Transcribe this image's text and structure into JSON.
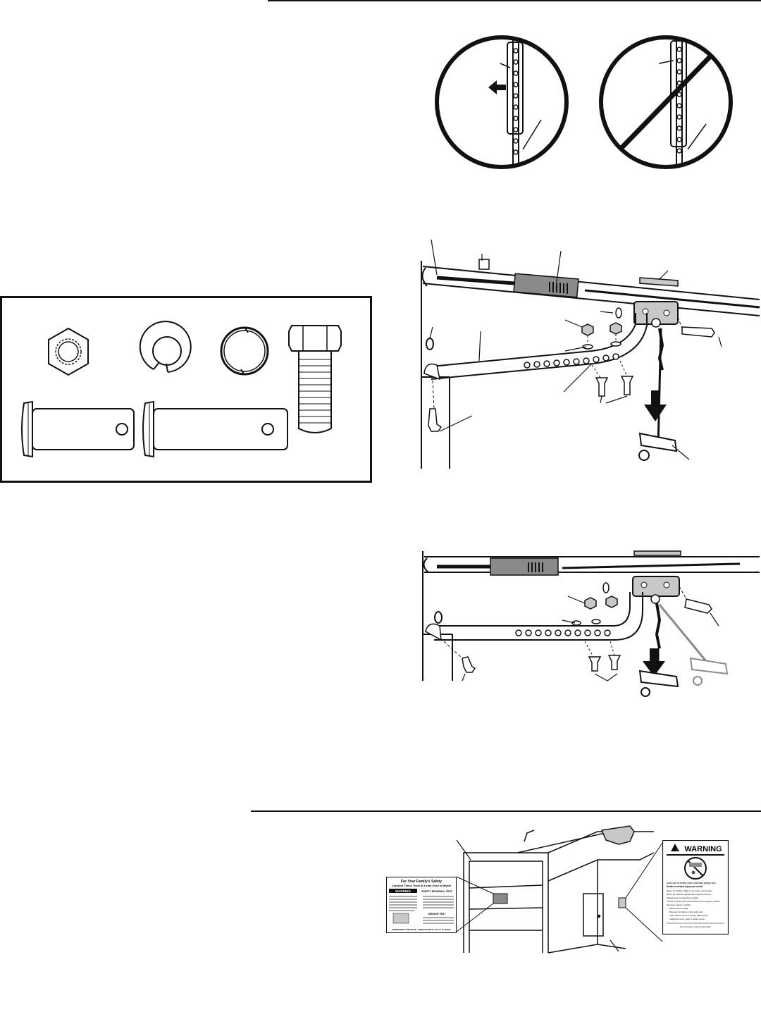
{
  "warning_label": {
    "title": "WARNING",
    "line1": "Child can be pinned under automatic garage door.",
    "line2": "Death or serious injury can result.",
    "bullets": [
      "Never let children walk or run under moving door.",
      "Never let children operate door opener controls.",
      "Always keep moving door in sight.",
      "If person is pinned, push control button or use emergency release.",
      "Test door opener monthly:"
    ],
    "sub": [
      "Refer to user's manual.",
      "Place one inch object on floor under door.",
      "If door fails to reverse on contact, adjust opener.",
      "If adjust will not fix, repair or replace opener."
    ],
    "footer": "Do not remove or paint over this label."
  },
  "safety_label": {
    "title_line1": "For Your Family's Safety",
    "title_line2": "Conduct These Tests at Least Once A Month",
    "warning": "WARNING",
    "section_left": "SAFETY REVERSAL TEST",
    "section_right": "SENSOR TEST",
    "emergency": "EMERGENCY RELEASE - WHEN DOOR IS FULLY CLOSED"
  },
  "colors": {
    "line": "#111111",
    "shade": "#8a8a8a",
    "shade_light": "#c8c8c8"
  }
}
